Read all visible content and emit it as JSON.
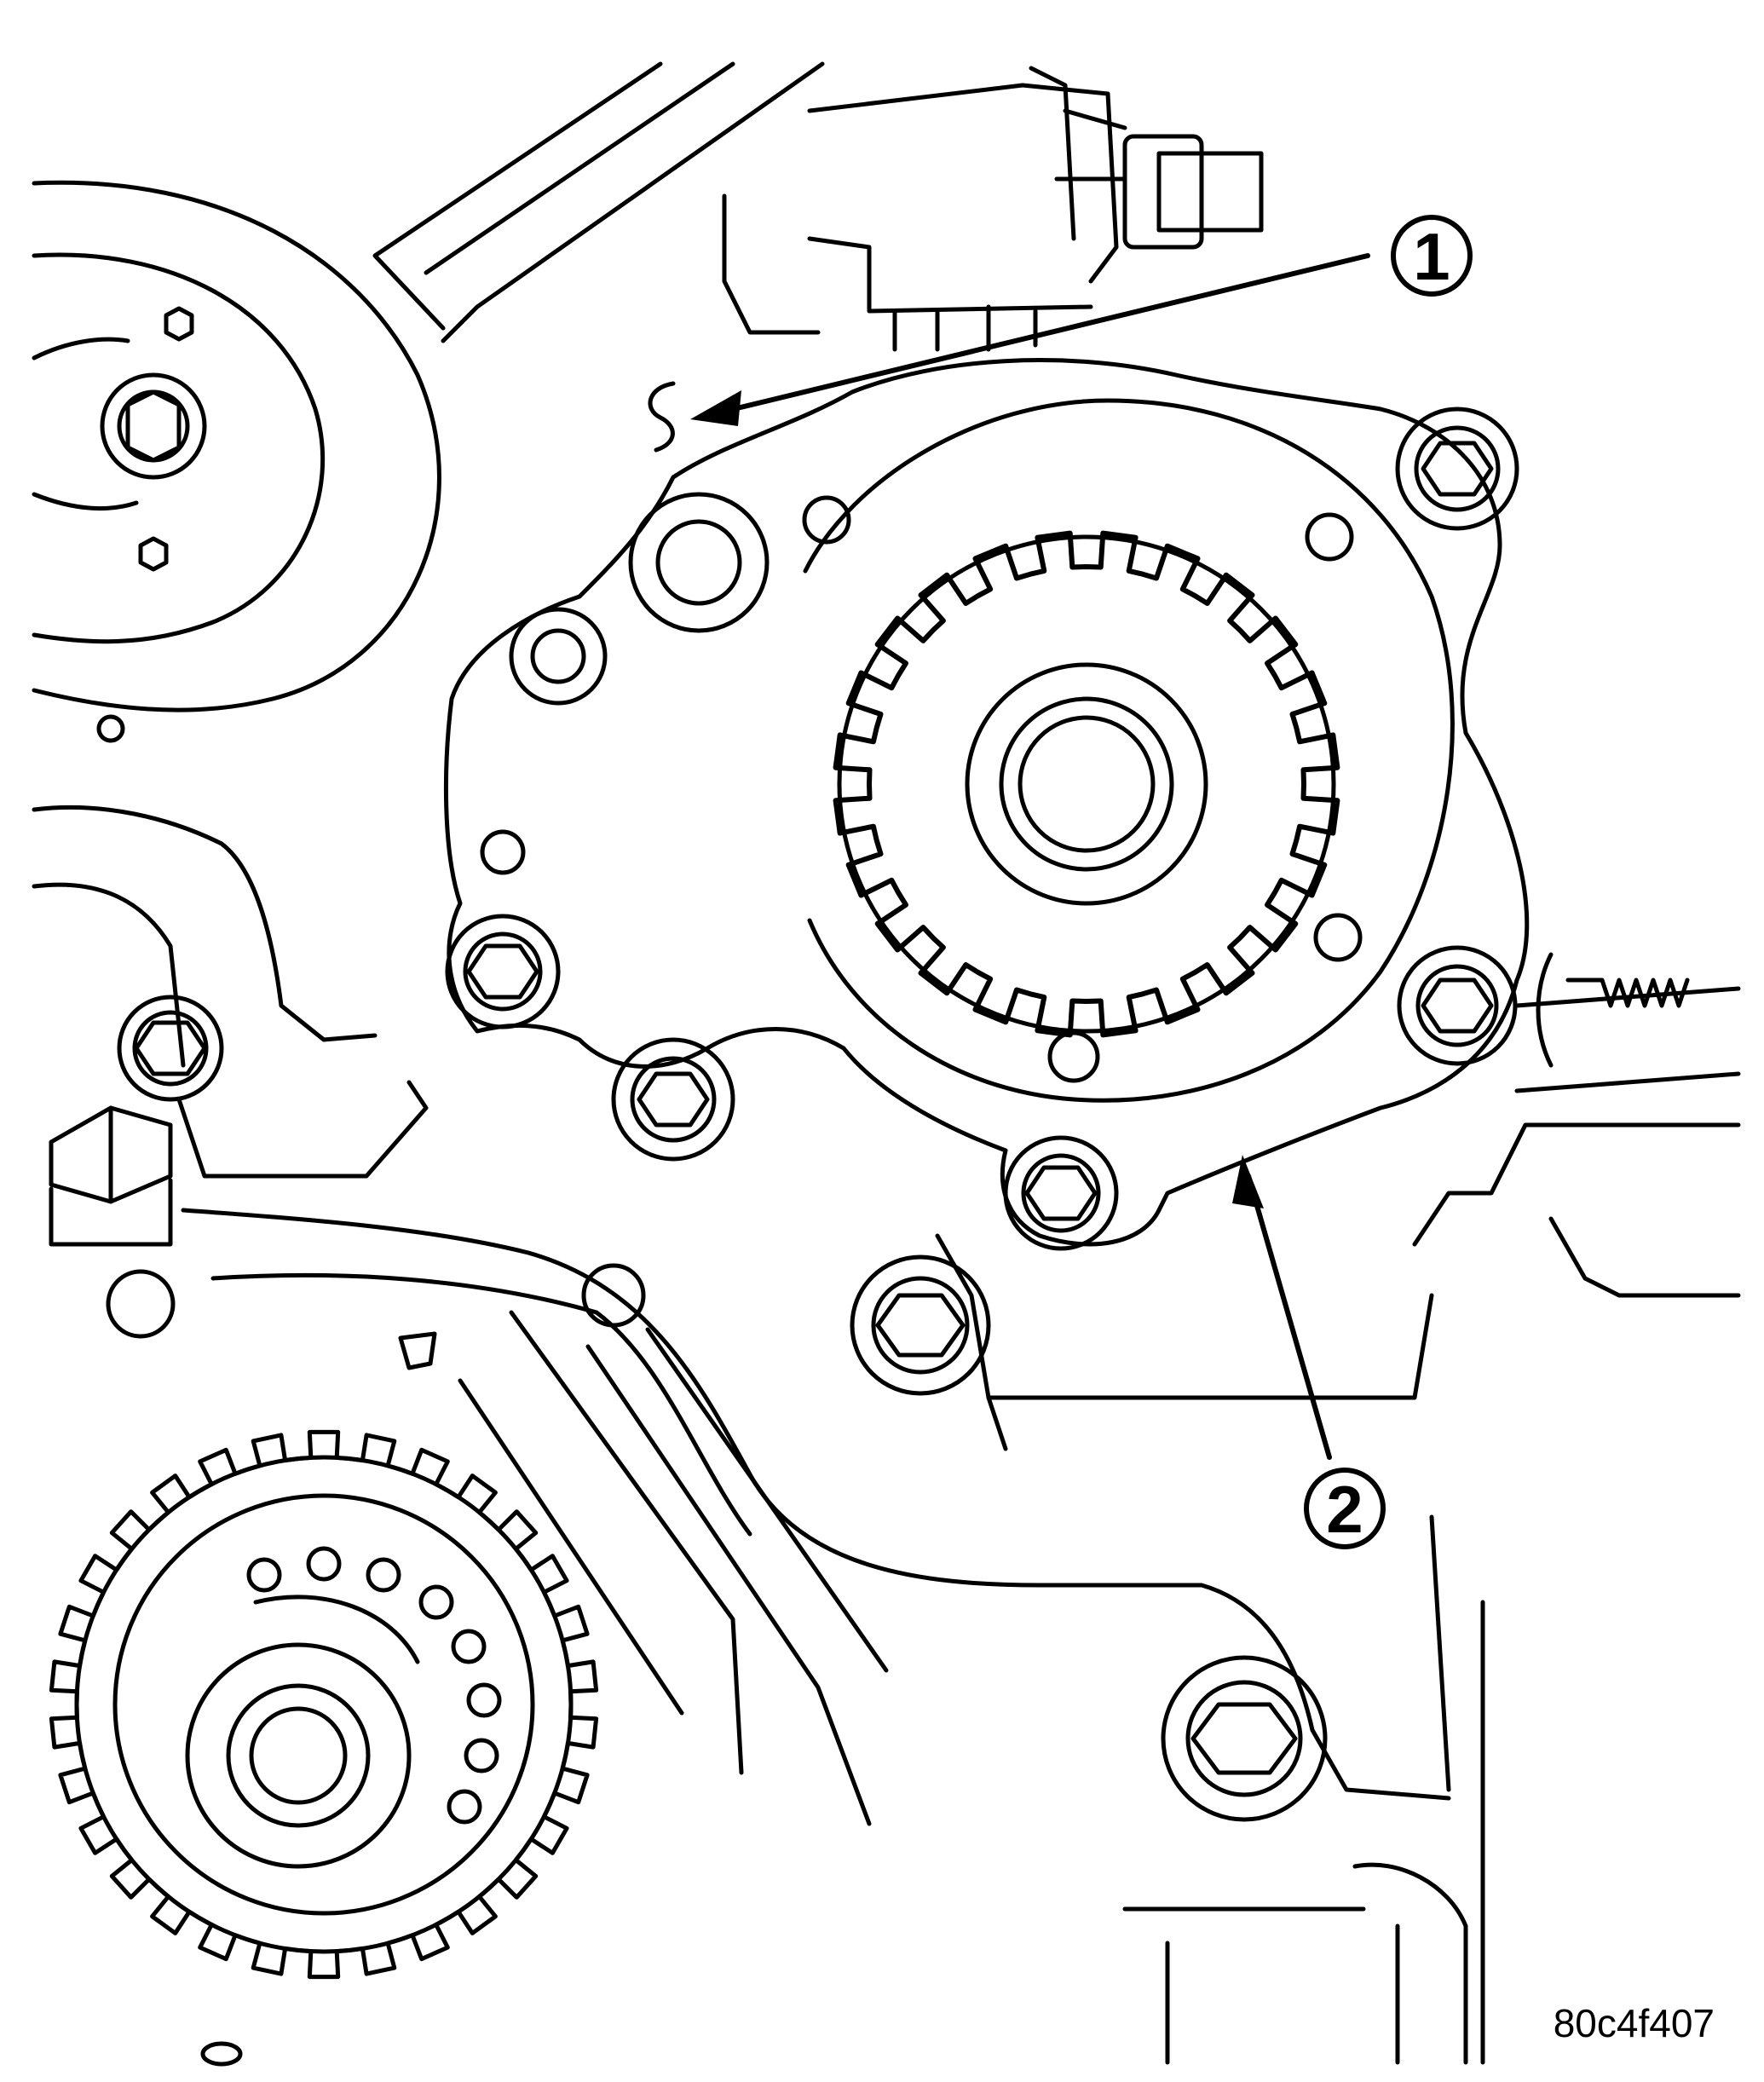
{
  "figure": {
    "callouts": [
      {
        "id": "1",
        "label": "1"
      },
      {
        "id": "2",
        "label": "2"
      }
    ],
    "figure_code": "80c4f407",
    "colors": {
      "line": "#000000",
      "background": "#ffffff"
    }
  }
}
